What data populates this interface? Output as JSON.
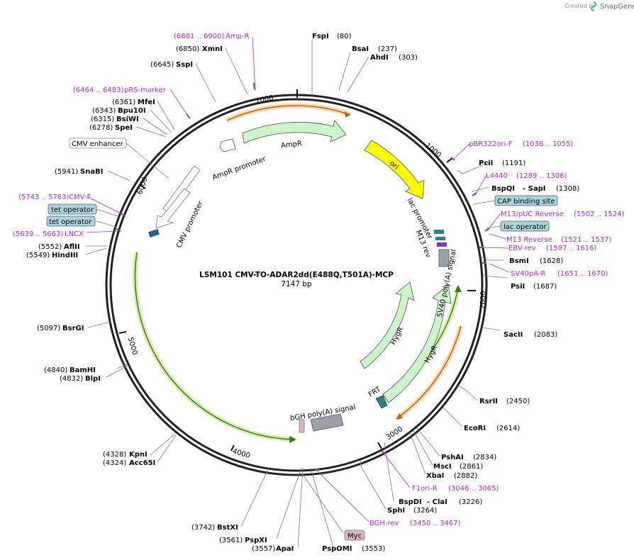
{
  "credit": {
    "prefix": "Created by",
    "brand": "SnapGene"
  },
  "plasmid": {
    "name": "LSM101 CMV-TO-ADAR2dd(E488Q,T501A)-MCP",
    "size_label": "7147 bp"
  },
  "ticks": [
    {
      "label": "1000",
      "bp": 1000
    },
    {
      "label": "2000",
      "bp": 2000
    },
    {
      "label": "3000",
      "bp": 3000
    },
    {
      "label": "4000",
      "bp": 4000
    },
    {
      "label": "5000",
      "bp": 5000
    },
    {
      "label": "6000",
      "bp": 6000
    },
    {
      "label": "7000",
      "bp": 7000
    }
  ],
  "enzymes": [
    {
      "name": "FspI",
      "pos": "(80)"
    },
    {
      "name": "BsaI",
      "pos": "(237)"
    },
    {
      "name": "AhdI",
      "pos": "(303)"
    },
    {
      "name": "PciI",
      "pos": "(1191)"
    },
    {
      "name": "BspQI",
      "pos": "",
      "extra": "-  SapI",
      "extra_pos": "(1308)"
    },
    {
      "name": "BsmI",
      "pos": "(1628)"
    },
    {
      "name": "PsiI",
      "pos": "(1687)"
    },
    {
      "name": "SacII",
      "pos": "(2083)"
    },
    {
      "name": "RsrII",
      "pos": "(2450)"
    },
    {
      "name": "EcoRI",
      "pos": "(2614)"
    },
    {
      "name": "PshAI",
      "pos": "(2834)"
    },
    {
      "name": "MscI",
      "pos": "(2861)"
    },
    {
      "name": "XbaI",
      "pos": "(2882)"
    },
    {
      "name": "BspDI",
      "pos": "",
      "extra": "-  ClaI",
      "extra_pos": "(3226)"
    },
    {
      "name": "SphI",
      "pos": "(3264)"
    },
    {
      "name": "PspOMI",
      "pos": "(3553)"
    },
    {
      "name": "ApaI",
      "pos": "(3557)"
    },
    {
      "name": "PspXI",
      "pos": "(3561)"
    },
    {
      "name": "BstXI",
      "pos": "(3742)"
    },
    {
      "name": "KpnI",
      "pos": "(4328)"
    },
    {
      "name": "Acc65I",
      "pos": "(4324)"
    },
    {
      "name": "BamHI",
      "pos": "(4840)"
    },
    {
      "name": "BlpI",
      "pos": "(4832)"
    },
    {
      "name": "BsrGI",
      "pos": "(5097)"
    },
    {
      "name": "AflII",
      "pos": "(5552)"
    },
    {
      "name": "HindIII",
      "pos": "(5549)"
    },
    {
      "name": "SnaBI",
      "pos": "(5941)"
    },
    {
      "name": "MfeI",
      "pos": "(6361)"
    },
    {
      "name": "Bpu10I",
      "pos": "(6343)"
    },
    {
      "name": "BsiWI",
      "pos": "(6315)"
    },
    {
      "name": "SpeI",
      "pos": "(6278)"
    },
    {
      "name": "SspI",
      "pos": "(6645)"
    },
    {
      "name": "XmnI",
      "pos": "(6850)"
    }
  ],
  "primers": [
    {
      "name": "Amp-R",
      "range": "(6881 .. 6900)"
    },
    {
      "name": "pRS-marker",
      "range": "(6464 .. 6483)"
    },
    {
      "name": "pBR322ori-F",
      "range": "(1036 .. 1055)"
    },
    {
      "name": "L4440",
      "range": "(1289 .. 1306)"
    },
    {
      "name": "M13/pUC Reverse",
      "range": "(1502 .. 1524)"
    },
    {
      "name": "M13 Reverse",
      "range": "(1521 .. 1537)"
    },
    {
      "name": "EBV-rev",
      "range": "(1597 .. 1616)"
    },
    {
      "name": "SV40pA-R",
      "range": "(1651 .. 1670)"
    },
    {
      "name": "F1ori-R",
      "range": "(3046 .. 3065)"
    },
    {
      "name": "BGH-rev",
      "range": "(3450 .. 3467)"
    },
    {
      "name": "CMV-F",
      "range": "(5743 .. 5763)"
    },
    {
      "name": "LNCX",
      "range": "(5639 .. 5663)"
    }
  ],
  "boxed_features": [
    {
      "name": "CMV enhancer",
      "style": "white"
    },
    {
      "name": "tet operator",
      "style": "teal"
    },
    {
      "name": "tet operator",
      "style": "teal"
    },
    {
      "name": "CAP binding site",
      "style": "teal"
    },
    {
      "name": "lac operator",
      "style": "teal"
    },
    {
      "name": "Myc",
      "style": "pink"
    }
  ],
  "features": [
    {
      "name": "AmpR",
      "color": "#ccf5cc"
    },
    {
      "name": "AmpR promoter",
      "color": "#ffffff"
    },
    {
      "name": "ori",
      "color": "#ffff00"
    },
    {
      "name": "lac promoter",
      "color": "#ffffff"
    },
    {
      "name": "M13 rev",
      "color": "#ffffff"
    },
    {
      "name": "SV40 poly(A) signal",
      "color": "#999999"
    },
    {
      "name": "HygR",
      "color": "#ccf5cc"
    },
    {
      "name": "HygR",
      "color": "#ccf5cc"
    },
    {
      "name": "FRT",
      "color": "#2e7f8c"
    },
    {
      "name": "bGH poly(A) signal",
      "color": "#999999"
    },
    {
      "name": "CMV promoter",
      "color": "#ffffff"
    }
  ],
  "colors": {
    "primer": "#b026d8",
    "ring": "#222222",
    "orf_green": "#6fbf2f",
    "orf_orange": "#f0a040",
    "teal_box": "#a9d6dd",
    "pink_box": "#d9b3c8"
  }
}
